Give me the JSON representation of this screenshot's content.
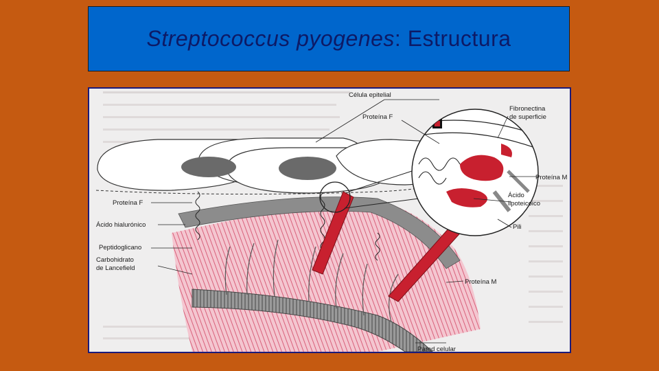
{
  "slide": {
    "title_italic": "Streptococcus pyogenes",
    "title_rest": ": Estructura"
  },
  "figure": {
    "labels": {
      "celula_epitelial": "Célula epitelial",
      "proteina_f_top": "Proteína F",
      "fibronectina_line1": "Fibronectina",
      "fibronectina_line2": "de superficie",
      "proteina_m_right": "Proteína M",
      "acido_lipoteicoico_line1": "Ácido",
      "acido_lipoteicoico_line2": "lipoteicoico",
      "pili": "Pili",
      "proteina_f_left": "Proteína F",
      "acido_hialuronico": "Ácido hialurónico",
      "peptidoglicano": "Peptidoglicano",
      "carbohidrato_line1": "Carbohidrato",
      "carbohidrato_line2": "de Lancefield",
      "proteina_m_bottom": "Proteína M",
      "pared_celular": "Pared celular"
    }
  },
  "colors": {
    "background": "#c55a11",
    "title_bar": "#0066cc",
    "title_text": "#0d1a66",
    "membrane_pink": "#e8aab8",
    "protein_red": "#c8202f",
    "wall_gray": "#7a7a7a"
  }
}
